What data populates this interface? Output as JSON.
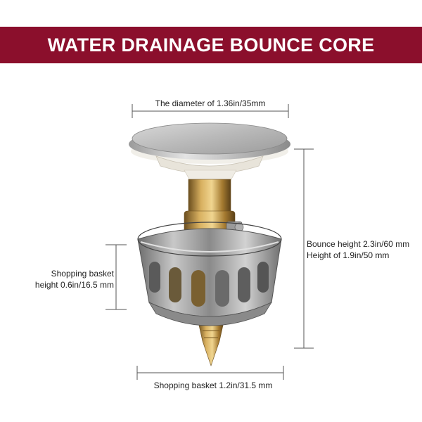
{
  "banner": {
    "title": "WATER DRAINAGE BOUNCE CORE",
    "color": "#8b0f2c"
  },
  "dimensions": {
    "diameter": "The diameter of 1.36in/35mm",
    "basket_height": [
      "Shopping basket",
      "height 0.6in/16.5 mm"
    ],
    "bounce_height": [
      "Bounce height 2.3in/60 mm",
      "Height of 1.9in/50 mm"
    ],
    "basket_width": "Shopping basket 1.2in/31.5 mm"
  }
}
